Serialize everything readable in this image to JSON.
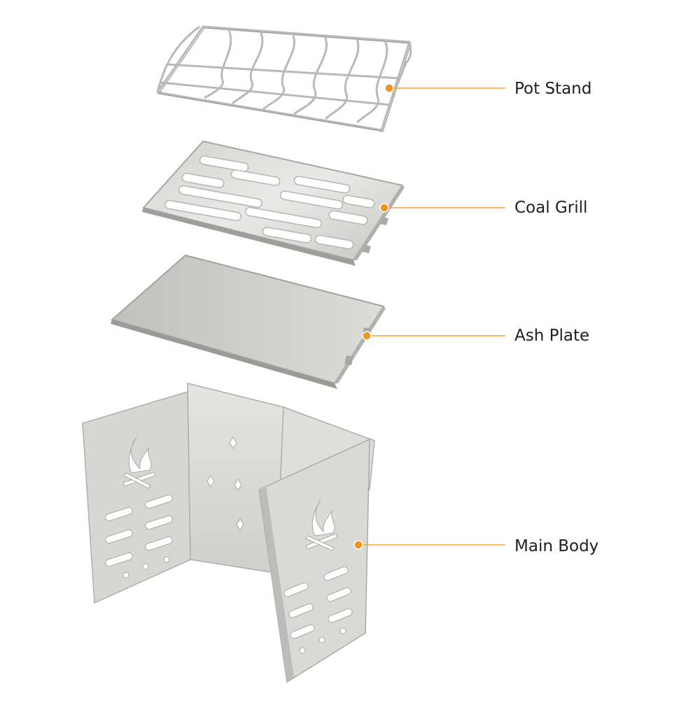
{
  "diagram": {
    "callouts": [
      {
        "label": "Pot Stand"
      },
      {
        "label": "Coal Grill"
      },
      {
        "label": "Ash Plate"
      },
      {
        "label": "Main Body"
      }
    ],
    "colors": {
      "leader": "#f5a033",
      "dot": "#f29420",
      "metal_light": "#e3e3e1",
      "metal_mid": "#c7c7c4",
      "metal_dark": "#9c9c99",
      "text": "#1f1f1f"
    }
  }
}
